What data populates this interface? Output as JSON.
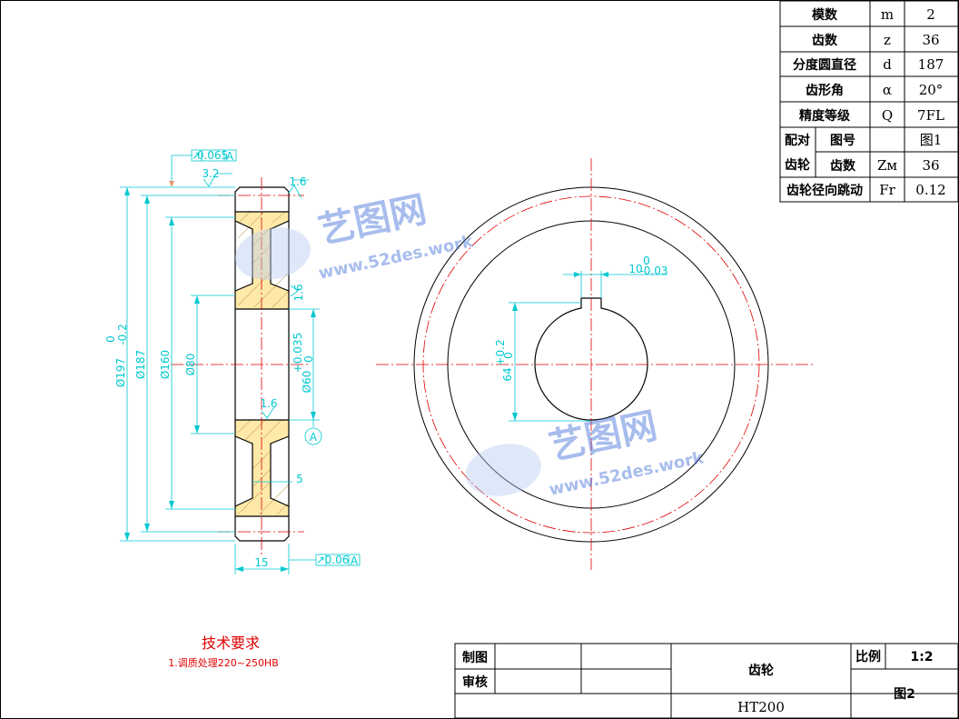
{
  "params_table": [
    {
      "name": "模数",
      "symbol": "m",
      "value": "2"
    },
    {
      "name": "齿数",
      "symbol": "z",
      "value": "36"
    },
    {
      "name": "分度圆直径",
      "symbol": "d",
      "value": "187"
    },
    {
      "name": "齿形角",
      "symbol": "α",
      "value": "20°"
    },
    {
      "name": "精度等级",
      "symbol": "Q",
      "value": "7FL"
    }
  ],
  "mating": {
    "label_top": "配对",
    "label_bottom": "齿轮",
    "row1": {
      "name": "图号",
      "symbol": "",
      "value": "图1"
    },
    "row2": {
      "name": "齿数",
      "symbol": "Zм",
      "value": "36"
    }
  },
  "runout_row": {
    "name": "齿轮径向跳动",
    "symbol": "Fr",
    "value": "0.12"
  },
  "title_block": {
    "drawn_label": "制图",
    "check_label": "审核",
    "part_name": "齿轮",
    "material": "HT200",
    "scale_label": "比例",
    "scale_value": "1:2",
    "drawing_no": "图2"
  },
  "tech_requirements": {
    "title": "技术要求",
    "items": [
      "1.调质处理220~250HB"
    ]
  },
  "dimensions": {
    "d_outer": "Ø197",
    "d_outer_tol_up": "0",
    "d_outer_tol_low": "-0.2",
    "d_pitch": "Ø187",
    "d_160": "Ø160",
    "d_80": "Ø80",
    "d_bore": "Ø60",
    "d_bore_tol_up": "+0.035",
    "d_bore_tol_low": "0",
    "width": "15",
    "web": "5",
    "rough_32": "3.2",
    "rough_16a": "1.6",
    "rough_16b": "1.6",
    "rough_16c": "1.6",
    "key_width": "10",
    "key_width_tol_up": "0",
    "key_width_tol_low": "-0.03",
    "key_depth": "64",
    "key_depth_tol_up": "+0.2",
    "key_depth_tol_low": "0",
    "datum": "A",
    "runout_top": "0.065",
    "runout_bottom": "0.06"
  },
  "watermark": {
    "brand": "艺图网",
    "url": "www.52des.work"
  }
}
